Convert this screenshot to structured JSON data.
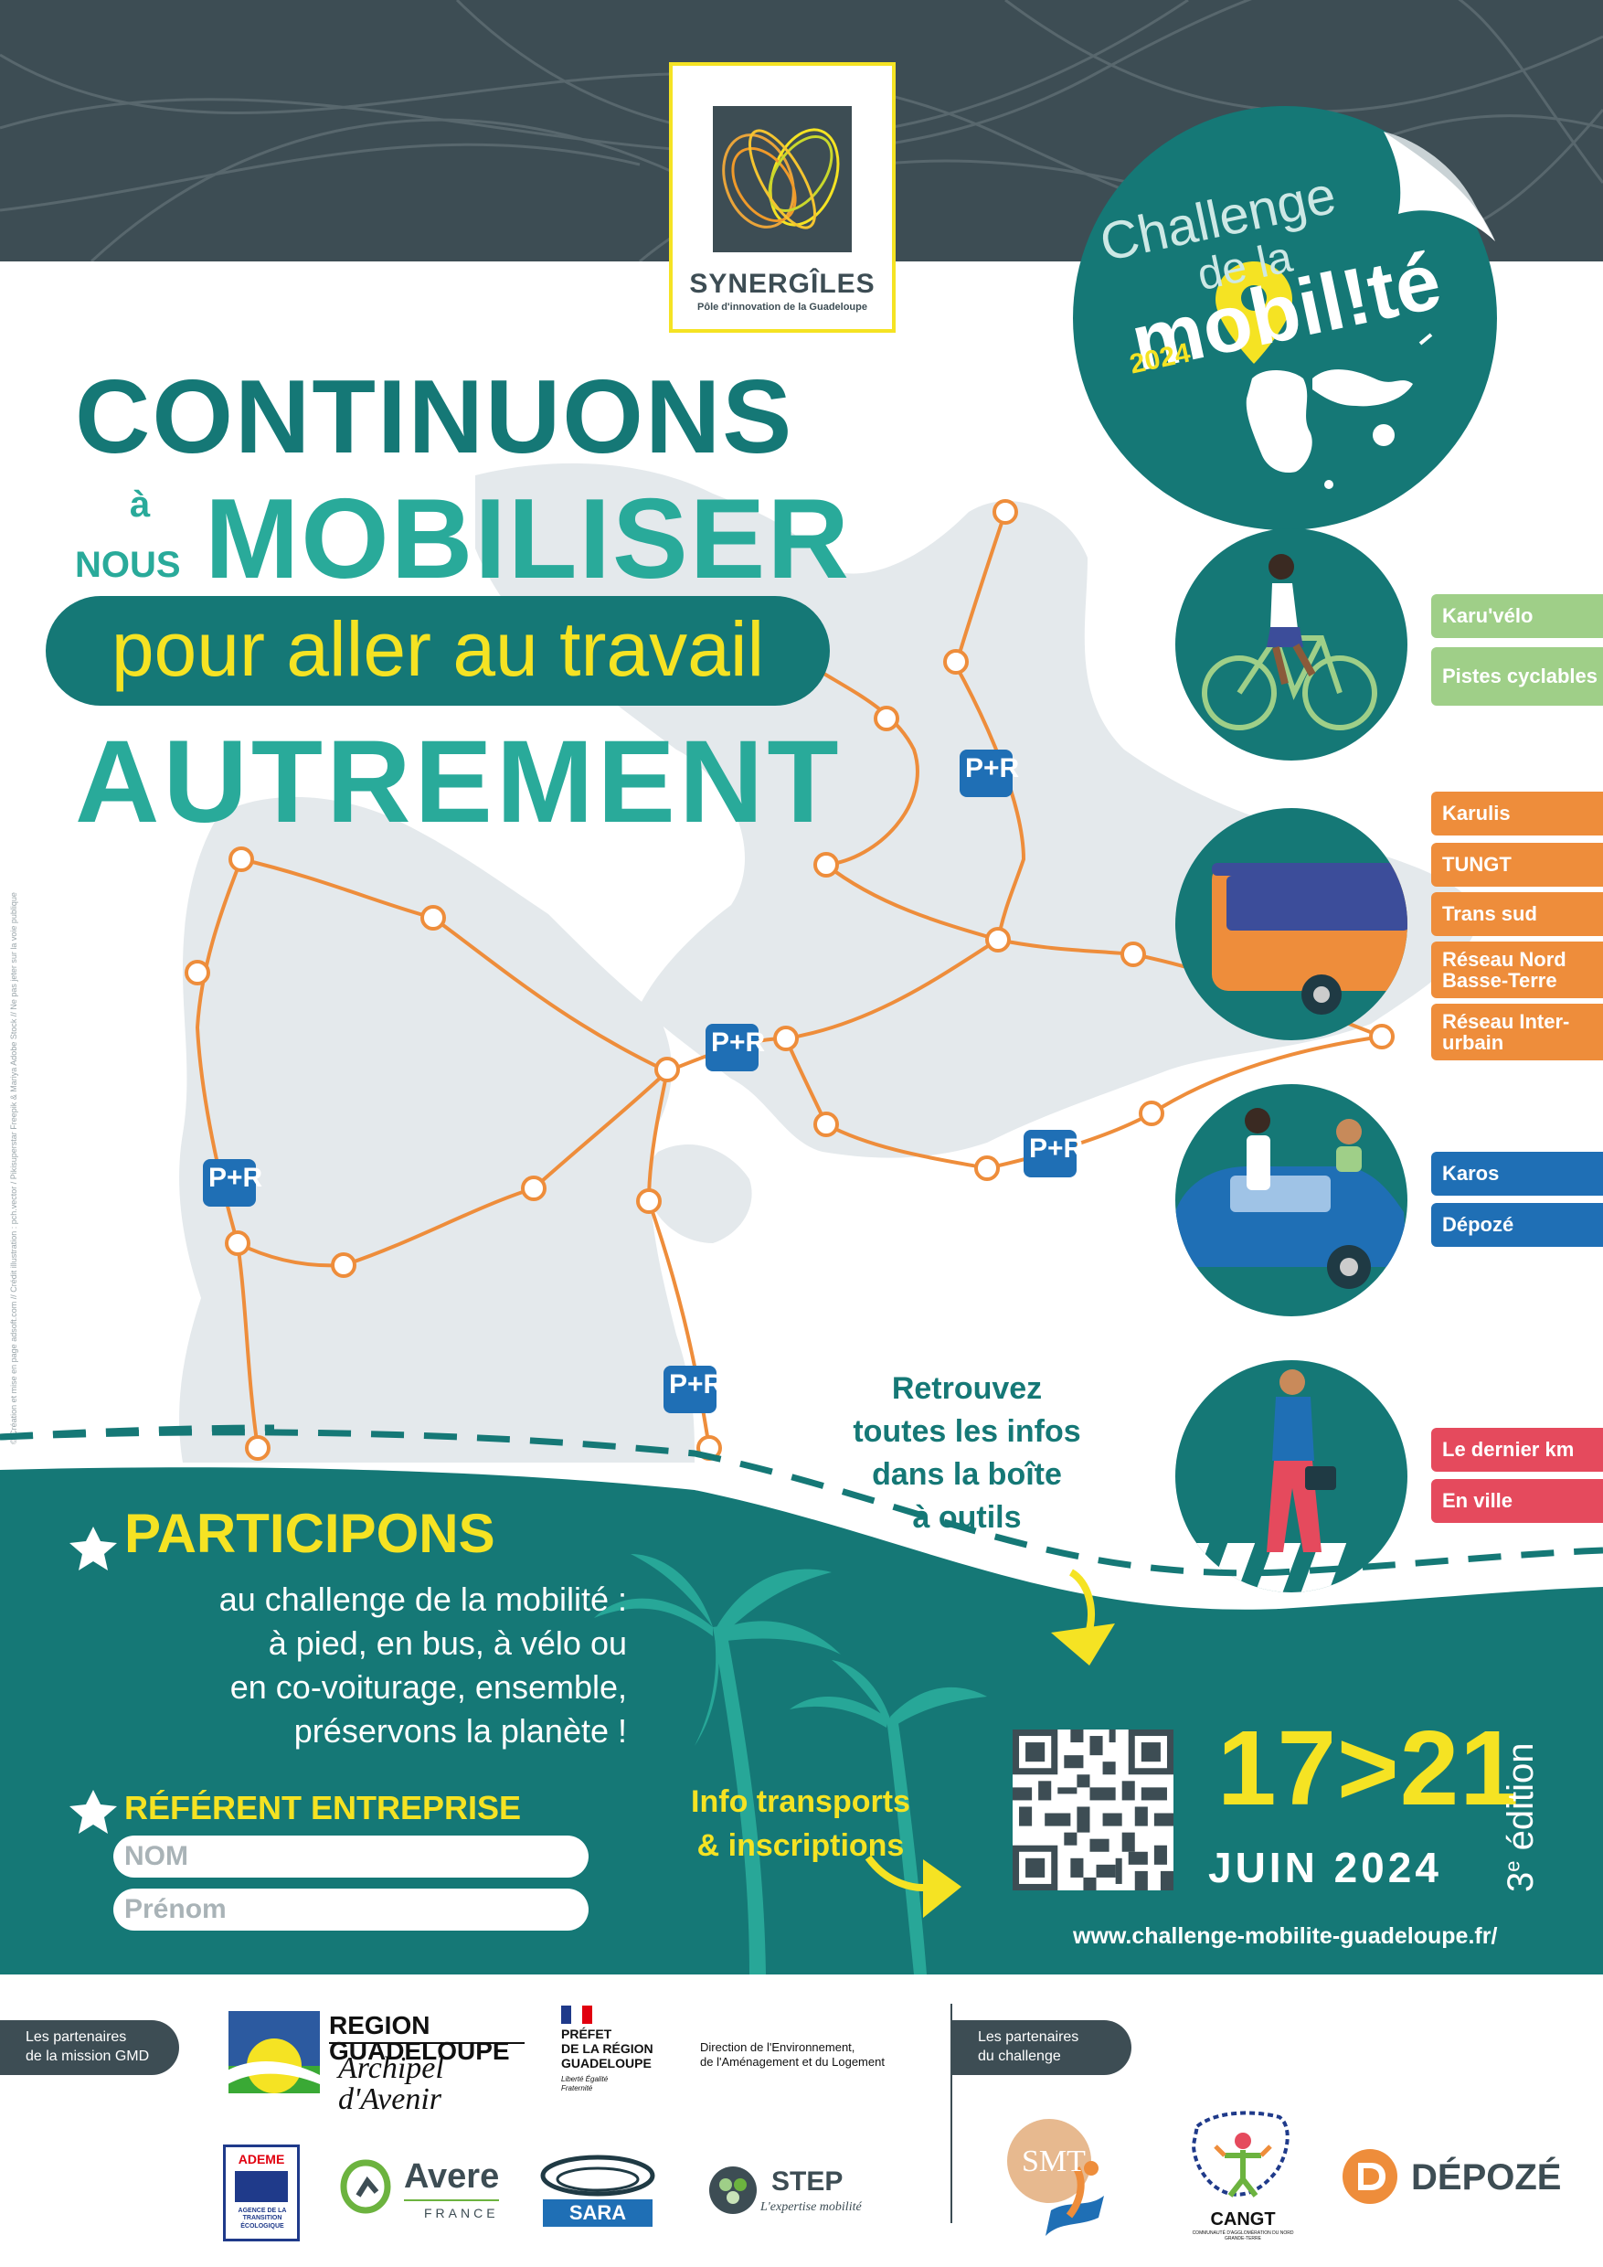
{
  "header": {
    "synergiles_name": "SYNERGÎLES",
    "synergiles_sub": "Pôle d'innovation de la Guadeloupe",
    "sticker_challenge": "Challenge",
    "sticker_de_la": "de la",
    "sticker_mobilite": "mobil!té",
    "sticker_year": "2024"
  },
  "headline": {
    "continuons": "CONTINUONS",
    "a": "à",
    "nous": "NOUS",
    "mobiliser": "MOBILISER",
    "pour_aller": "pour aller au travail",
    "autrement": "AUTREMENT"
  },
  "credit": "© Création et mise en page adsoft.com // Crédit illustration : pch.vector / Pikisuperstar Freepik & Mariya Adobe Stock // Ne pas jeter sur la voie publique",
  "map": {
    "park_ride_label": "P+R"
  },
  "modes": {
    "velo": [
      "Karu'vélo",
      "Pistes cyclables"
    ],
    "bus": [
      "Karulis",
      "TUNGT",
      "Trans sud",
      "Réseau Nord Basse-Terre",
      "Réseau Inter-urbain"
    ],
    "voiture": [
      "Karos",
      "Dépozé"
    ],
    "pied": [
      "Le dernier km",
      "En ville"
    ]
  },
  "colors": {
    "teal_dark": "#157876",
    "teal_light": "#29aa9a",
    "slate": "#3d4d54",
    "yellow": "#f5e323",
    "orange": "#ee8d3b",
    "green": "#9fcf88",
    "blue": "#1f6fb5",
    "red": "#e54a5d"
  },
  "retrouvez": {
    "line1": "Retrouvez",
    "line2": "toutes les infos",
    "line3": "dans la boîte",
    "line4": "à outils"
  },
  "participons": {
    "title": "PARTICIPONS",
    "line1": "au challenge de la mobilité :",
    "line2": "à pied, en bus, à vélo ou",
    "line3": "en co-voiturage, ensemble,",
    "line4": "préservons la planète !"
  },
  "referent": {
    "title": "RÉFÉRENT ENTREPRISE",
    "nom_placeholder": "NOM",
    "prenom_placeholder": "Prénom"
  },
  "info_transports": {
    "line1": "Info transports",
    "line2": "& inscriptions"
  },
  "event": {
    "dates": "17>21",
    "month_year": "JUIN 2024",
    "edition_num": "3",
    "edition_sup": "e",
    "edition_word": " édition",
    "website": "www.challenge-mobilite-guadeloupe.fr/"
  },
  "footer": {
    "partners_mission_l1": "Les partenaires",
    "partners_mission_l2": "de la mission GMD",
    "partners_challenge_l1": "Les partenaires",
    "partners_challenge_l2": "du challenge",
    "region_name": "REGION GUADELOUPE",
    "region_tagline": "Archipel d'Avenir",
    "prefet_l1": "PRÉFET",
    "prefet_l2": "DE LA RÉGION",
    "prefet_l3": "GUADELOUPE",
    "prefet_motto": "Liberté Égalité Fraternité",
    "deal_l1": "Direction de l'Environnement,",
    "deal_l2": "de l'Aménagement et du Logement",
    "ademe": "ADEME",
    "ademe_sub": "AGENCE DE LA TRANSITION ÉCOLOGIQUE",
    "avere": "Avere",
    "avere_sub": "FRANCE",
    "sara": "SARA",
    "step": "STEP",
    "step_sub": "L'expertise mobilité",
    "smt": "SMT",
    "cangt": "CANGT",
    "cangt_sub": "COMMUNAUTÉ D'AGGLOMÉRATION DU NORD GRANDE-TERRE",
    "depoze": "DÉPOZÉ"
  }
}
